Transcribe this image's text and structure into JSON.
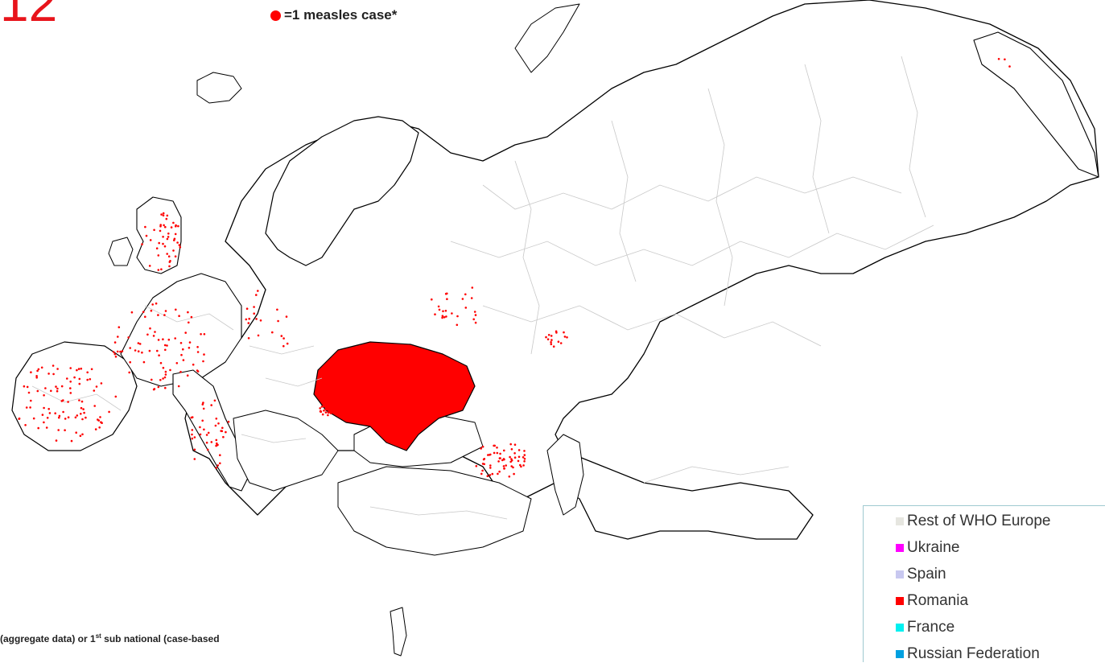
{
  "header": {
    "corner_text": "12",
    "key_note": "=1 measles case*",
    "key_dot_color": "#ff0000"
  },
  "footnote": {
    "part1": "(aggregate data) or 1",
    "sup": "st",
    "part2": " sub national (case-based"
  },
  "legend": {
    "items": [
      {
        "label": "Rest of WHO Europe",
        "color": "#e6e6e0"
      },
      {
        "label": "Ukraine",
        "color": "#ff00ff"
      },
      {
        "label": "Spain",
        "color": "#c8c8f0"
      },
      {
        "label": "Romania",
        "color": "#ff0000"
      },
      {
        "label": "France",
        "color": "#00f0f0"
      },
      {
        "label": "Russian Federation",
        "color": "#00a0e0"
      }
    ]
  },
  "map_style": {
    "land_fill": "#ffffff",
    "highlight_fill": "#ff0000",
    "border_color": "#000000",
    "region_line_color": "#c8c8c8",
    "case_dot_color": "#ff0000"
  }
}
